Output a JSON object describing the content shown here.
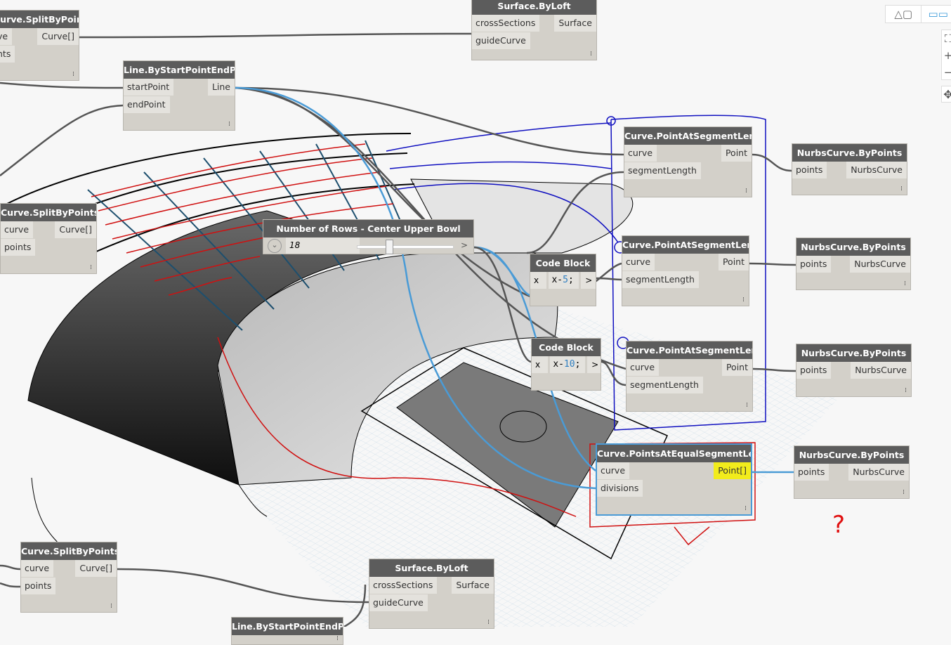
{
  "nodes": [
    {
      "title": "Curve.SplitByPoints",
      "inputs": [
        "ve",
        "nts"
      ],
      "output": "Curve[]"
    },
    {
      "title": "Surface.ByLoft",
      "inputs": [
        "crossSections",
        "guideCurve"
      ],
      "output": "Surface"
    },
    {
      "title": "Line.ByStartPointEndPoint",
      "inputs": [
        "startPoint",
        "endPoint"
      ],
      "output": "Line"
    },
    {
      "title": "Curve.SplitByPoints",
      "inputs": [
        "curve",
        "points"
      ],
      "output": "Curve[]"
    },
    {
      "title": "Curve.PointAtSegmentLength",
      "inputs": [
        "curve",
        "segmentLength"
      ],
      "output": "Point"
    },
    {
      "title": "NurbsCurve.ByPoints",
      "inputs": [
        "points"
      ],
      "output": "NurbsCurve"
    },
    {
      "title": "Curve.PointAtSegmentLength",
      "inputs": [
        "curve",
        "segmentLength"
      ],
      "output": "Point"
    },
    {
      "title": "NurbsCurve.ByPoints",
      "inputs": [
        "points"
      ],
      "output": "NurbsCurve"
    },
    {
      "title": "Curve.PointAtSegmentLength",
      "inputs": [
        "curve",
        "segmentLength"
      ],
      "output": "Point"
    },
    {
      "title": "NurbsCurve.ByPoints",
      "inputs": [
        "points"
      ],
      "output": "NurbsCurve"
    },
    {
      "title": "Curve.PointsAtEqualSegmentLength",
      "inputs": [
        "curve",
        "divisions"
      ],
      "output": "Point[]"
    },
    {
      "title": "NurbsCurve.ByPoints",
      "inputs": [
        "points"
      ],
      "output": "NurbsCurve"
    },
    {
      "title": "Curve.SplitByPoints",
      "inputs": [
        "curve",
        "points"
      ],
      "output": "Curve[]"
    },
    {
      "title": "Surface.ByLoft",
      "inputs": [
        "crossSections",
        "guideCurve"
      ],
      "output": "Surface"
    },
    {
      "title": "Line.ByStartPointEndPoint",
      "inputs": [],
      "output": ""
    }
  ],
  "slider": {
    "title": "Number of Rows - Center Upper Bowl",
    "value": "18",
    "fraction": 0.3,
    "expand": "⌄",
    "out": ">"
  },
  "code_blocks": [
    {
      "title": "Code Block",
      "input": "x",
      "var": "x",
      "op": "-",
      "num": "5",
      "end": ";",
      "out": ">"
    },
    {
      "title": "Code Block",
      "input": "x",
      "var": "x",
      "op": "-",
      "num": "10",
      "end": ";",
      "out": ">"
    }
  ],
  "annotation": "?",
  "toolbar": {
    "geometry_view": "geometry-view-icon",
    "graph_view": "graph-view-icon"
  },
  "zoom_controls": {
    "fit": "⛶",
    "zoom_in": "+",
    "zoom_out": "−",
    "pan": "✥"
  }
}
